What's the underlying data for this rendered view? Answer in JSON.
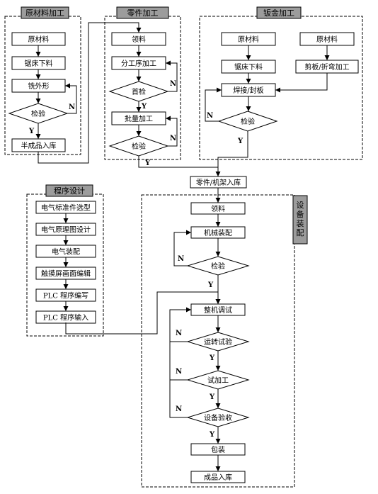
{
  "sections": {
    "raw": "原材料加工",
    "parts": "零件加工",
    "sheet": "钣金加工",
    "program": "程序设计",
    "assembly": "设备装配"
  },
  "raw": {
    "material": "原材料",
    "saw": "锯床下料",
    "mill": "铣外形",
    "inspect": "检验",
    "semi": "半成品入库",
    "n": "N",
    "y": "Y"
  },
  "parts": {
    "receive": "领料",
    "process": "分工序加工",
    "first": "首检",
    "batch": "批量加工",
    "inspect": "检验",
    "n1": "N",
    "y1": "Y",
    "n2": "N",
    "y2": "Y"
  },
  "sheet": {
    "material1": "原材料",
    "material2": "原材料",
    "saw": "锯床下料",
    "shear": "剪板/折弯加工",
    "weld": "焊接/封板",
    "inspect": "检验",
    "n": "N",
    "y": "Y"
  },
  "frame_in": "零件/机架入库",
  "program": {
    "items": [
      "电气标准件选型",
      "电气原理图设计",
      "电气装配",
      "触摸屏画面编辑",
      "PLC 程序编写",
      "PLC 程序输入"
    ]
  },
  "assembly": {
    "receive": "领料",
    "mech": "机械装配",
    "inspect": "检验",
    "debug": "整机调试",
    "run": "运转试验",
    "trial": "试加工",
    "accept": "设备验收",
    "pack": "包装",
    "stock": "成品入库",
    "n1": "N",
    "y1": "Y",
    "n2": "N",
    "y2": "Y",
    "n3": "N",
    "y3": "Y",
    "n4": "N",
    "y4": "Y"
  }
}
